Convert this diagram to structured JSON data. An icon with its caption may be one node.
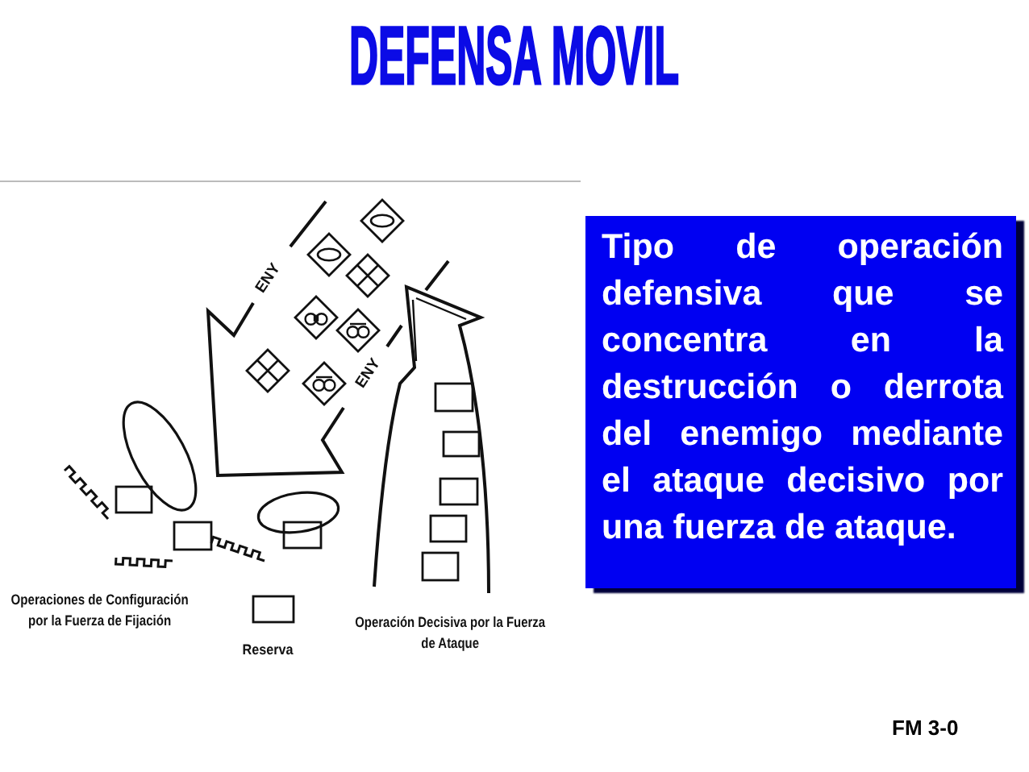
{
  "diagram": {
    "title": "DEFENSA MOVIL",
    "nodes": [
      {
        "text": [
          "Tipo de operación defensiva que se concentra en la destrucción o derrota del enemigo mediante el ataque decisivo por una fuerza de ataque."
        ]
      }
    ],
    "labels": [
      "ENY",
      "ENY",
      "Operaciones de Configuración por la Fuerza de Fijación",
      "Reserva",
      "Operación Decisiva por la Fuerza de Ataque",
      "FM 3-0"
    ]
  }
}
